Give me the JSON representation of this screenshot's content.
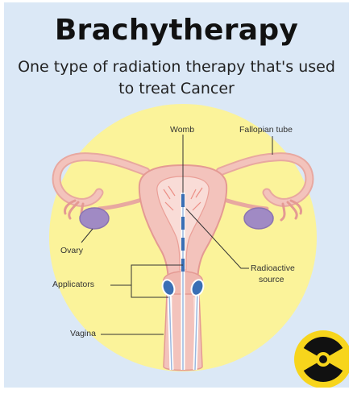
{
  "title": "Brachytherapy",
  "subtitle_line1": "One type of radiation therapy that's used",
  "subtitle_line2": "to treat Cancer",
  "labels": {
    "womb": "Womb",
    "fallopian_tube": "Fallopian tube",
    "ovary": "Ovary",
    "applicators": "Applicators",
    "radioactive_source_line1": "Radioactive",
    "radioactive_source_line2": "source",
    "vagina": "Vagina"
  },
  "colors": {
    "background": "#dbe8f6",
    "sun": "#fbf39a",
    "tissue": "#f3c3bc",
    "tissue_dark": "#e49a93",
    "ovary": "#a08ac4",
    "applicator": "#3a6fb5",
    "radiation_badge": "#f7d51c"
  },
  "icons": [
    "radiation-hazard-icon"
  ]
}
